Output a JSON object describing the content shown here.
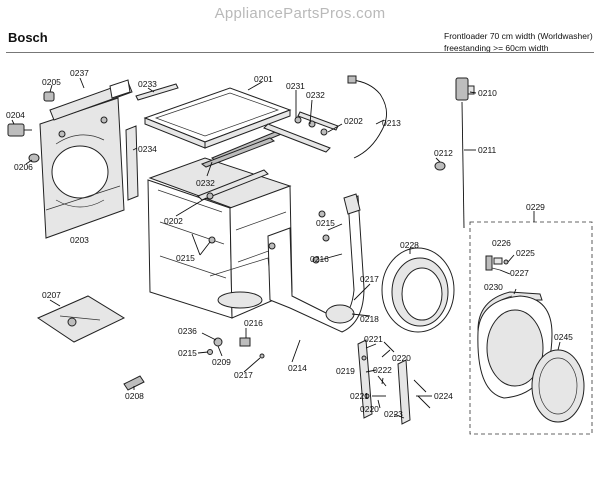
{
  "watermark": "AppliancePartsPros.com",
  "header": {
    "brand": "Bosch",
    "line1": "Frontloader 70 cm width (Worldwasher)",
    "line2": "freestanding >= 60cm width"
  },
  "parts": [
    {
      "id": "p0201",
      "label": "0201"
    },
    {
      "id": "p0202a",
      "label": "0202"
    },
    {
      "id": "p0202b",
      "label": "0202"
    },
    {
      "id": "p0203",
      "label": "0203"
    },
    {
      "id": "p0204",
      "label": "0204"
    },
    {
      "id": "p0205",
      "label": "0205"
    },
    {
      "id": "p0206",
      "label": "0206"
    },
    {
      "id": "p0207",
      "label": "0207"
    },
    {
      "id": "p0208",
      "label": "0208"
    },
    {
      "id": "p0209",
      "label": "0209"
    },
    {
      "id": "p0210",
      "label": "0210"
    },
    {
      "id": "p0211",
      "label": "0211"
    },
    {
      "id": "p0212",
      "label": "0212"
    },
    {
      "id": "p0213",
      "label": "0213"
    },
    {
      "id": "p0214",
      "label": "0214"
    },
    {
      "id": "p0215a",
      "label": "0215"
    },
    {
      "id": "p0215b",
      "label": "0215"
    },
    {
      "id": "p0215c",
      "label": "0215"
    },
    {
      "id": "p0216a",
      "label": "0216"
    },
    {
      "id": "p0216b",
      "label": "0216"
    },
    {
      "id": "p0217a",
      "label": "0217"
    },
    {
      "id": "p0217b",
      "label": "0217"
    },
    {
      "id": "p0218",
      "label": "0218"
    },
    {
      "id": "p0219",
      "label": "0219"
    },
    {
      "id": "p0220a",
      "label": "0220"
    },
    {
      "id": "p0220b",
      "label": "0220"
    },
    {
      "id": "p0221a",
      "label": "0221"
    },
    {
      "id": "p0221b",
      "label": "0221"
    },
    {
      "id": "p0222",
      "label": "0222"
    },
    {
      "id": "p0223",
      "label": "0223"
    },
    {
      "id": "p0224",
      "label": "0224"
    },
    {
      "id": "p0225",
      "label": "0225"
    },
    {
      "id": "p0226",
      "label": "0226"
    },
    {
      "id": "p0227",
      "label": "0227"
    },
    {
      "id": "p0228",
      "label": "0228"
    },
    {
      "id": "p0229",
      "label": "0229"
    },
    {
      "id": "p0230",
      "label": "0230"
    },
    {
      "id": "p0231",
      "label": "0231"
    },
    {
      "id": "p0232a",
      "label": "0232"
    },
    {
      "id": "p0232b",
      "label": "0232"
    },
    {
      "id": "p0233",
      "label": "0233"
    },
    {
      "id": "p0234",
      "label": "0234"
    },
    {
      "id": "p0236",
      "label": "0236"
    },
    {
      "id": "p0237",
      "label": "0237"
    },
    {
      "id": "p0245",
      "label": "0245"
    }
  ]
}
